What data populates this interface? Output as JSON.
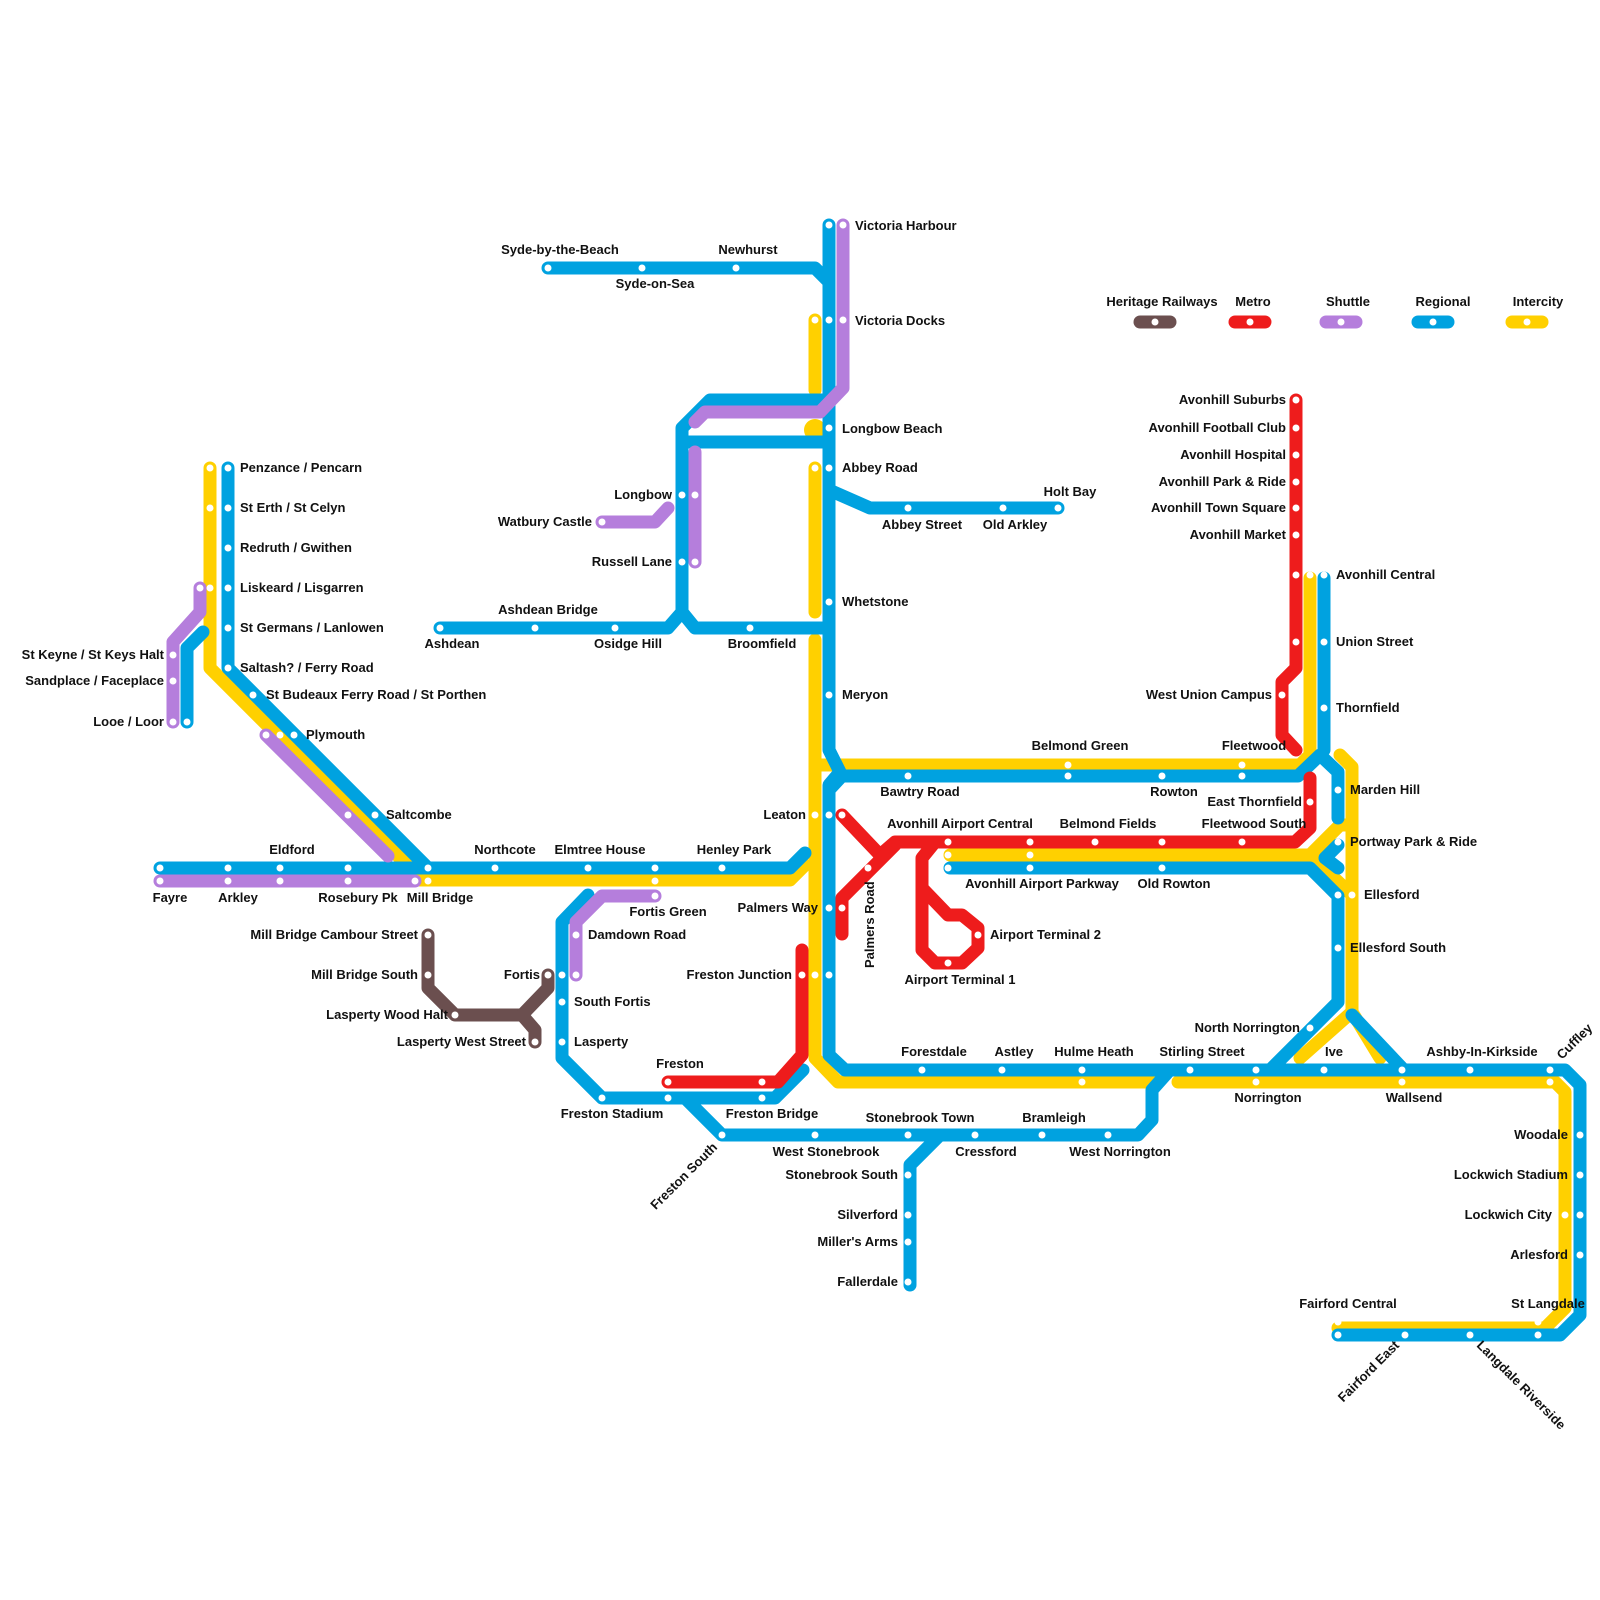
{
  "lines": {
    "heritage": {
      "name": "Heritage Railways",
      "color": "#6b4f4f"
    },
    "metro": {
      "name": "Metro",
      "color": "#ee1c1c"
    },
    "shuttle": {
      "name": "Shuttle",
      "color": "#b57edc"
    },
    "regional": {
      "name": "Regional",
      "color": "#00a2e0"
    },
    "intercity": {
      "name": "Intercity",
      "color": "#ffd000"
    }
  },
  "legend_order": [
    "heritage",
    "metro",
    "shuttle",
    "regional",
    "intercity"
  ],
  "stations": [
    "Victoria Harbour",
    "Victoria Docks",
    "Syde-by-the-Beach",
    "Newhurst",
    "Syde-on-Sea",
    "Longbow Beach",
    "Abbey Road",
    "Holt Bay",
    "Abbey Street",
    "Old Arkley",
    "Longbow",
    "Watbury Castle",
    "Russell Lane",
    "Whetstone",
    "Ashdean Bridge",
    "Ashdean",
    "Osidge Hill",
    "Broomfield",
    "Meryon",
    "Penzance / Pencarn",
    "St Erth / St Celyn",
    "Redruth / Gwithen",
    "Liskeard / Lisgarren",
    "St Germans / Lanlowen",
    "St Keyne / St Keys Halt",
    "Sandplace / Faceplace",
    "Saltash? / Ferry Road",
    "St Budeaux Ferry Road / St Porthen",
    "Looe / Loor",
    "Plymouth",
    "Saltcombe",
    "Eldford",
    "Northcote",
    "Elmtree House",
    "Henley Park",
    "Fayre",
    "Arkley",
    "Rosebury Pk",
    "Mill Bridge",
    "Fortis Green",
    "Mill Bridge Cambour Street",
    "Damdown Road",
    "Mill Bridge South",
    "Fortis",
    "South Fortis",
    "Lasperty Wood Halt",
    "Lasperty West Street",
    "Lasperty",
    "Leaton",
    "Palmers Way",
    "Palmers Road",
    "Freston Junction",
    "Freston",
    "Freston Stadium",
    "Freston Bridge",
    "Freston South",
    "West Stonebrook",
    "Stonebrook Town",
    "Stonebrook South",
    "Silverford",
    "Miller's Arms",
    "Fallerdale",
    "Cressford",
    "Bramleigh",
    "West Norrington",
    "Belmond Green",
    "Bawtry Road",
    "Fleetwood",
    "Rowton",
    "East Thornfield",
    "Avonhill Airport Central",
    "Belmond Fields",
    "Fleetwood South",
    "Avonhill Airport Parkway",
    "Old Rowton",
    "Airport Terminal 2",
    "Airport Terminal 1",
    "Avonhill Suburbs",
    "Avonhill Football Club",
    "Avonhill Hospital",
    "Avonhill Park & Ride",
    "Avonhill Town Square",
    "Avonhill Market",
    "Avonhill Central",
    "Union Street",
    "West Union Campus",
    "Thornfield",
    "Marden Hill",
    "Portway Park & Ride",
    "Ellesford",
    "Ellesford South",
    "North Norrington",
    "Forestdale",
    "Astley",
    "Hulme Heath",
    "Stirling Street",
    "Norrington",
    "Ive",
    "Wallsend",
    "Ashby-In-Kirkside",
    "Cuffley",
    "Woodale",
    "Lockwich Stadium",
    "Lockwich City",
    "Arlesford",
    "St Langdale",
    "Fairford Central",
    "Fairford East",
    "Langdale Riverside"
  ]
}
